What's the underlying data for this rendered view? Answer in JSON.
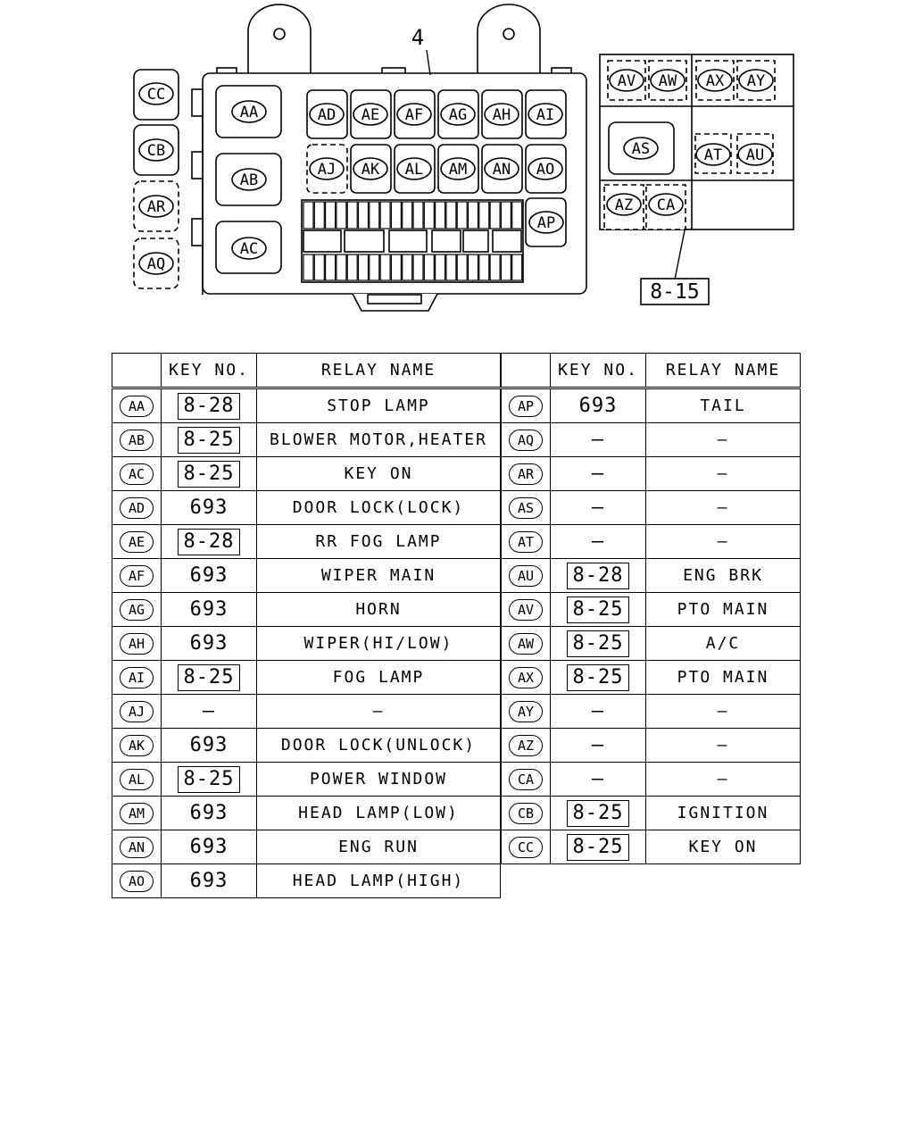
{
  "diagram": {
    "callout_label": "4",
    "reference_label": "8-15",
    "left_relays": [
      "CC",
      "CB",
      "AR",
      "AQ"
    ],
    "large_relays": [
      "AA",
      "AB",
      "AC"
    ],
    "row1": [
      "AD",
      "AE",
      "AF",
      "AG",
      "AH",
      "AI"
    ],
    "row2": [
      "AJ",
      "AK",
      "AL",
      "AM",
      "AN",
      "AO"
    ],
    "extra": [
      "AP"
    ],
    "sub_box": [
      "AV",
      "AW",
      "AX",
      "AY",
      "AS",
      "AT",
      "AU",
      "AZ",
      "CA"
    ]
  },
  "table": {
    "headers": {
      "key_no": "KEY NO.",
      "relay_name": "RELAY NAME"
    },
    "left_rows": [
      {
        "id": "AA",
        "key": "8-28",
        "boxed": true,
        "name": "STOP LAMP"
      },
      {
        "id": "AB",
        "key": "8-25",
        "boxed": true,
        "name": "BLOWER MOTOR,HEATER"
      },
      {
        "id": "AC",
        "key": "8-25",
        "boxed": true,
        "name": "KEY ON"
      },
      {
        "id": "AD",
        "key": "693",
        "boxed": false,
        "name": "DOOR LOCK(LOCK)"
      },
      {
        "id": "AE",
        "key": "8-28",
        "boxed": true,
        "name": "RR FOG LAMP"
      },
      {
        "id": "AF",
        "key": "693",
        "boxed": false,
        "name": "WIPER MAIN"
      },
      {
        "id": "AG",
        "key": "693",
        "boxed": false,
        "name": "HORN"
      },
      {
        "id": "AH",
        "key": "693",
        "boxed": false,
        "name": "WIPER(HI/LOW)"
      },
      {
        "id": "AI",
        "key": "8-25",
        "boxed": true,
        "name": "FOG LAMP"
      },
      {
        "id": "AJ",
        "key": "—",
        "boxed": false,
        "name": "—"
      },
      {
        "id": "AK",
        "key": "693",
        "boxed": false,
        "name": "DOOR LOCK(UNLOCK)"
      },
      {
        "id": "AL",
        "key": "8-25",
        "boxed": true,
        "name": "POWER WINDOW"
      },
      {
        "id": "AM",
        "key": "693",
        "boxed": false,
        "name": "HEAD LAMP(LOW)"
      },
      {
        "id": "AN",
        "key": "693",
        "boxed": false,
        "name": "ENG RUN"
      },
      {
        "id": "AO",
        "key": "693",
        "boxed": false,
        "name": "HEAD LAMP(HIGH)"
      }
    ],
    "right_rows": [
      {
        "id": "AP",
        "key": "693",
        "boxed": false,
        "name": "TAIL"
      },
      {
        "id": "AQ",
        "key": "—",
        "boxed": false,
        "name": "—"
      },
      {
        "id": "AR",
        "key": "—",
        "boxed": false,
        "name": "—"
      },
      {
        "id": "AS",
        "key": "—",
        "boxed": false,
        "name": "—"
      },
      {
        "id": "AT",
        "key": "—",
        "boxed": false,
        "name": "—"
      },
      {
        "id": "AU",
        "key": "8-28",
        "boxed": true,
        "name": "ENG BRK"
      },
      {
        "id": "AV",
        "key": "8-25",
        "boxed": true,
        "name": "PTO MAIN"
      },
      {
        "id": "AW",
        "key": "8-25",
        "boxed": true,
        "name": "A/C"
      },
      {
        "id": "AX",
        "key": "8-25",
        "boxed": true,
        "name": "PTO MAIN"
      },
      {
        "id": "AY",
        "key": "—",
        "boxed": false,
        "name": "—"
      },
      {
        "id": "AZ",
        "key": "—",
        "boxed": false,
        "name": "—"
      },
      {
        "id": "CA",
        "key": "—",
        "boxed": false,
        "name": "—"
      },
      {
        "id": "CB",
        "key": "8-25",
        "boxed": true,
        "name": "IGNITION"
      },
      {
        "id": "CC",
        "key": "8-25",
        "boxed": true,
        "name": "KEY ON"
      }
    ]
  }
}
